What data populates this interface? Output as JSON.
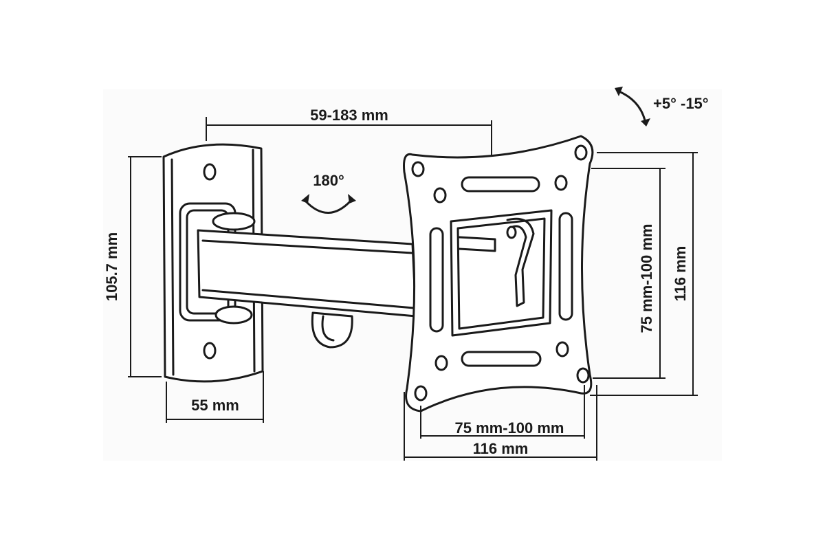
{
  "dimensions": {
    "arm_extension": "59-183 mm",
    "tilt": "+5° -15°",
    "swivel": "180°",
    "wall_plate_height": "105.7 mm",
    "wall_plate_width": "55 mm",
    "vesa_vertical": "75 mm-100 mm",
    "plate_height": "116 mm",
    "vesa_horizontal": "75 mm-100 mm",
    "plate_width": "116 mm"
  }
}
